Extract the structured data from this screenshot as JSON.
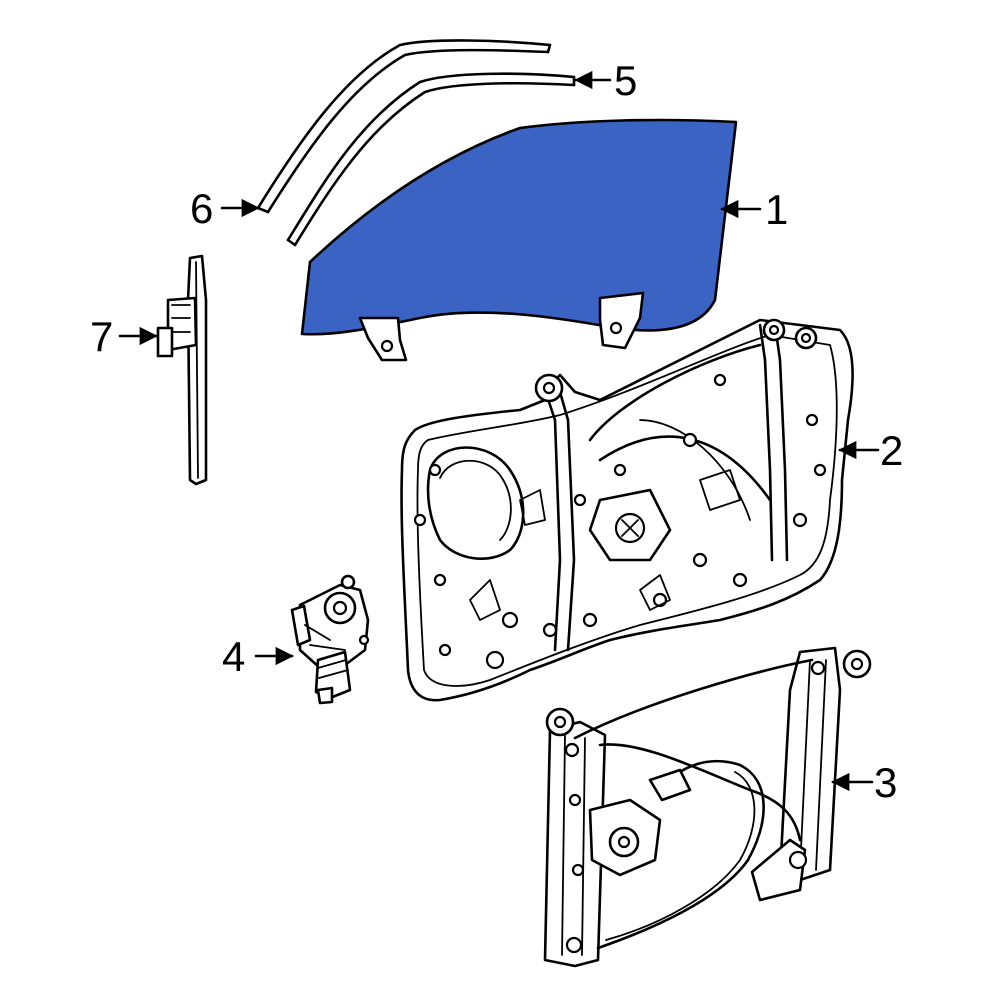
{
  "diagram": {
    "highlight_color": "#3a63c4",
    "line_color": "#000000",
    "callouts": [
      {
        "id": "1",
        "label": "1"
      },
      {
        "id": "2",
        "label": "2"
      },
      {
        "id": "3",
        "label": "3"
      },
      {
        "id": "4",
        "label": "4"
      },
      {
        "id": "5",
        "label": "5"
      },
      {
        "id": "6",
        "label": "6"
      },
      {
        "id": "7",
        "label": "7"
      }
    ]
  }
}
